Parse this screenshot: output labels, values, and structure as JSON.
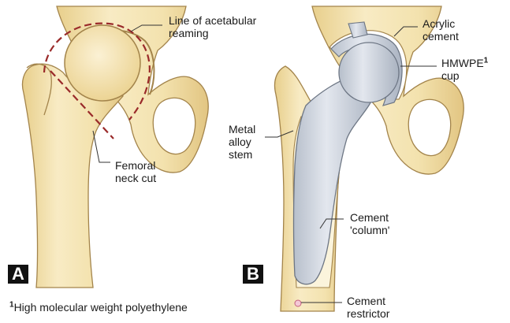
{
  "panel_a": {
    "letter": "A",
    "label_reaming_line1": "Line of acetabular",
    "label_reaming_line2": "reaming",
    "label_neck_line1": "Femoral",
    "label_neck_line2": "neck cut"
  },
  "panel_b": {
    "letter": "B",
    "label_cement_line1": "Acrylic",
    "label_cement_line2": "cement",
    "label_cup_line1": "HMWPE",
    "label_cup_sup": "1",
    "label_cup_line2": "cup",
    "label_stem_line1": "Metal",
    "label_stem_line2": "alloy",
    "label_stem_line3": "stem",
    "label_column_line1": "Cement",
    "label_column_line2": "'column'",
    "label_restrictor_line1": "Cement",
    "label_restrictor_line2": "restrictor"
  },
  "footnote": {
    "marker": "1",
    "text": "High molecular weight polyethylene"
  },
  "colors": {
    "bone": "#f1dfa6",
    "bone_outline": "#a3844b",
    "metal": "#cdd3dc",
    "cut_line": "#9a2a2a"
  }
}
